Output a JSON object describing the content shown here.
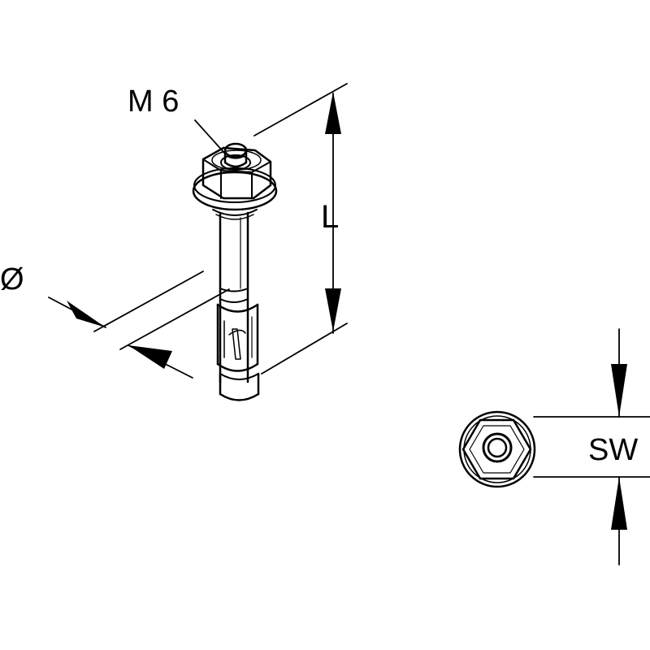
{
  "labels": {
    "thread": "M 6",
    "length": "L",
    "diameter": "Ø",
    "wrench_size": "SW"
  },
  "colors": {
    "line": "#000000",
    "fill": "#ffffff"
  }
}
